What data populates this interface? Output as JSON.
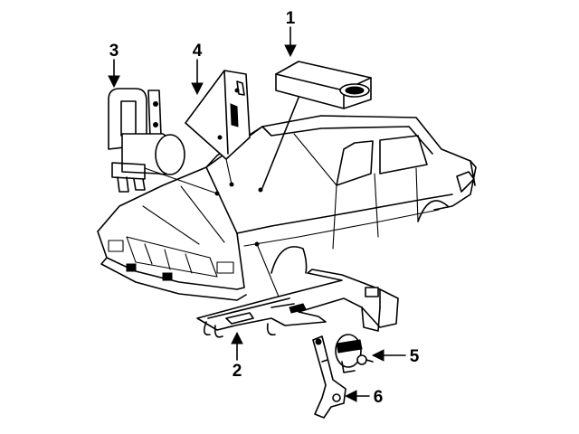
{
  "diagram": {
    "callouts": [
      {
        "id": "1",
        "label": "1"
      },
      {
        "id": "2",
        "label": "2"
      },
      {
        "id": "3",
        "label": "3"
      },
      {
        "id": "4",
        "label": "4"
      },
      {
        "id": "5",
        "label": "5"
      },
      {
        "id": "6",
        "label": "6"
      }
    ]
  },
  "colors": {
    "ink": "#000000",
    "background": "#ffffff"
  }
}
